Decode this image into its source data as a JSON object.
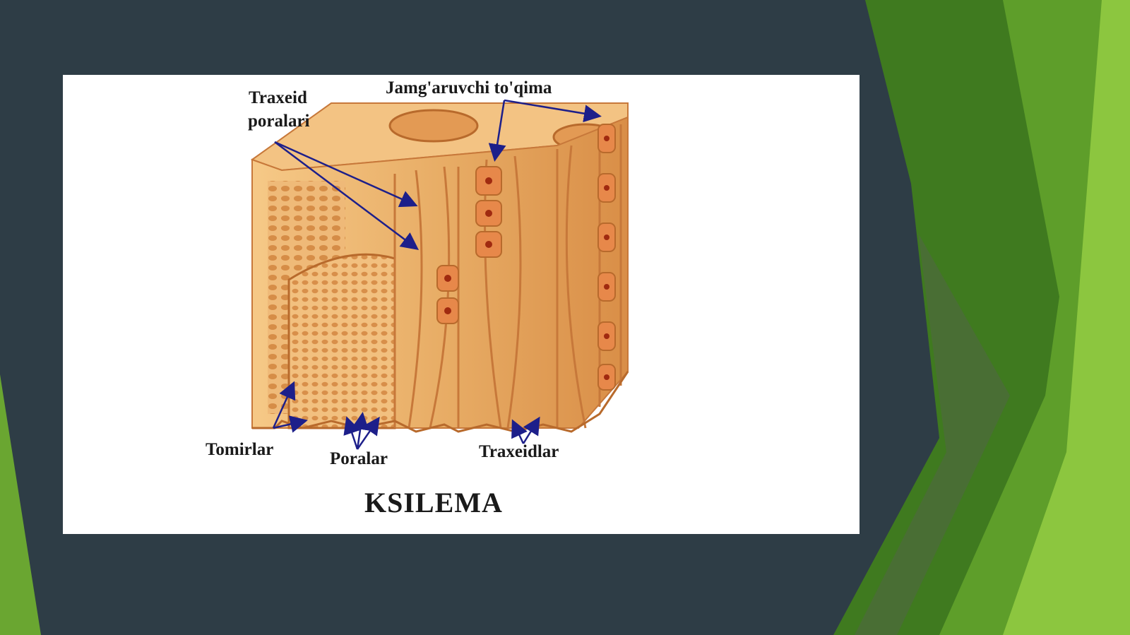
{
  "colors": {
    "background": "#2e3d46",
    "panel": "#ffffff",
    "green_dark": "#3f7a1f",
    "green_mid": "#5e9e2a",
    "green_light": "#8cc63f",
    "tissue_light": "#f6c987",
    "tissue_mid": "#e3a45a",
    "tissue_dark": "#c7783a",
    "cell_nucleus": "#d5461f",
    "arrow": "#1d1f8a"
  },
  "diagram": {
    "labels": {
      "traxeid_poralari_line1": "Traxeid",
      "traxeid_poralari_line2": "poralari",
      "jamgaruvchi_toqima": "Jamg'aruvchi to'qima",
      "tomirlar": "Tomirlar",
      "poralar": "Poralar",
      "traxeidlar": "Traxeidlar"
    },
    "title": "KSILEMA"
  }
}
